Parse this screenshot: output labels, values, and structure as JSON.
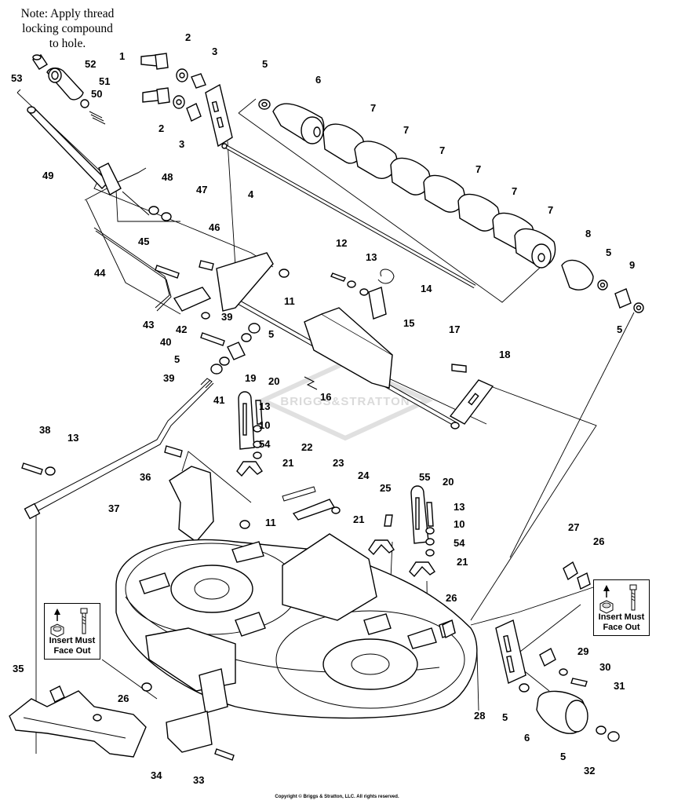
{
  "note": {
    "line1": "Note: Apply thread",
    "line2": "locking compound",
    "line3": "to hole."
  },
  "watermark": "BRIGGS&STRATTON",
  "callout_boxes": [
    {
      "line1": "Insert Must",
      "line2": "Face Out"
    },
    {
      "line1": "Insert Must",
      "line2": "Face Out"
    }
  ],
  "copyright": "Copyright © Briggs & Stratton, LLC. All rights reserved.",
  "part_numbers": [
    "53",
    "52",
    "51",
    "50",
    "49",
    "1",
    "2",
    "2",
    "3",
    "3",
    "4",
    "5",
    "6",
    "7",
    "7",
    "7",
    "7",
    "7",
    "7",
    "8",
    "5",
    "9",
    "5",
    "48",
    "47",
    "46",
    "45",
    "44",
    "43",
    "42",
    "40",
    "39",
    "5",
    "39",
    "5",
    "41",
    "12",
    "13",
    "14",
    "15",
    "11",
    "17",
    "18",
    "16",
    "19",
    "20",
    "13",
    "10",
    "54",
    "21",
    "22",
    "23",
    "24",
    "38",
    "13",
    "36",
    "37",
    "11",
    "55",
    "20",
    "13",
    "10",
    "54",
    "25",
    "21",
    "21",
    "27",
    "26",
    "26",
    "29",
    "30",
    "31",
    "28",
    "5",
    "6",
    "5",
    "32",
    "35",
    "26",
    "34",
    "33"
  ]
}
